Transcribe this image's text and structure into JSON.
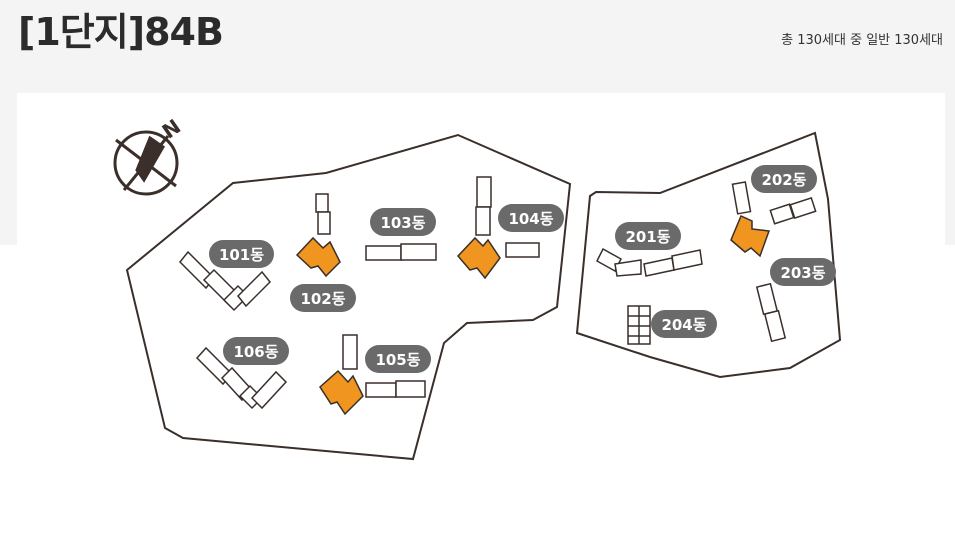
{
  "header": {
    "title": "[1단지]84B",
    "summary": "총 130세대 중 일반 130세대"
  },
  "compass": {
    "label": "N"
  },
  "colors": {
    "highlight": "#f0951f",
    "outline": "#3a2f2a",
    "label_bg": "#6a6a6a"
  },
  "buildings": [
    {
      "id": "101",
      "label": "101동",
      "highlighted": false
    },
    {
      "id": "102",
      "label": "102동",
      "highlighted": true
    },
    {
      "id": "103",
      "label": "103동",
      "highlighted": false
    },
    {
      "id": "104",
      "label": "104동",
      "highlighted": true
    },
    {
      "id": "105",
      "label": "105동",
      "highlighted": true
    },
    {
      "id": "106",
      "label": "106동",
      "highlighted": false
    },
    {
      "id": "201",
      "label": "201동",
      "highlighted": false
    },
    {
      "id": "202",
      "label": "202동",
      "highlighted": true
    },
    {
      "id": "203",
      "label": "203동",
      "highlighted": false
    },
    {
      "id": "204",
      "label": "204동",
      "highlighted": false
    }
  ]
}
